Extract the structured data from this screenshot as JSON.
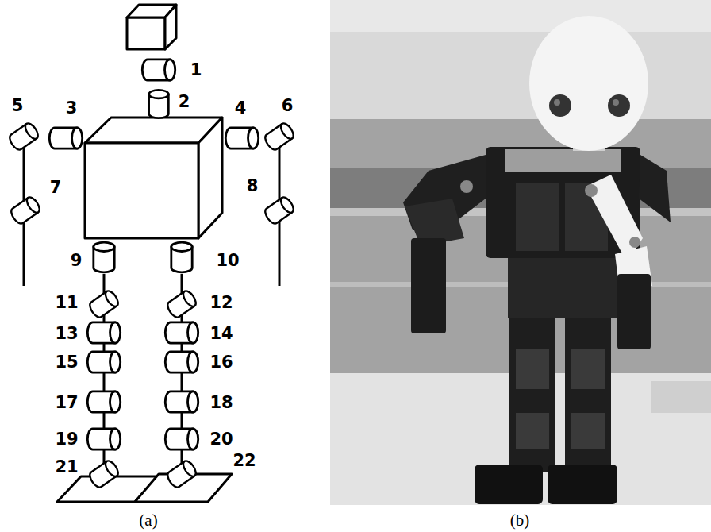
{
  "diagram": {
    "labels": [
      "1",
      "2",
      "3",
      "4",
      "5",
      "6",
      "7",
      "8",
      "9",
      "10",
      "11",
      "12",
      "13",
      "14",
      "15",
      "16",
      "17",
      "18",
      "19",
      "20",
      "21",
      "22",
      "(a)",
      "(b)"
    ]
  }
}
